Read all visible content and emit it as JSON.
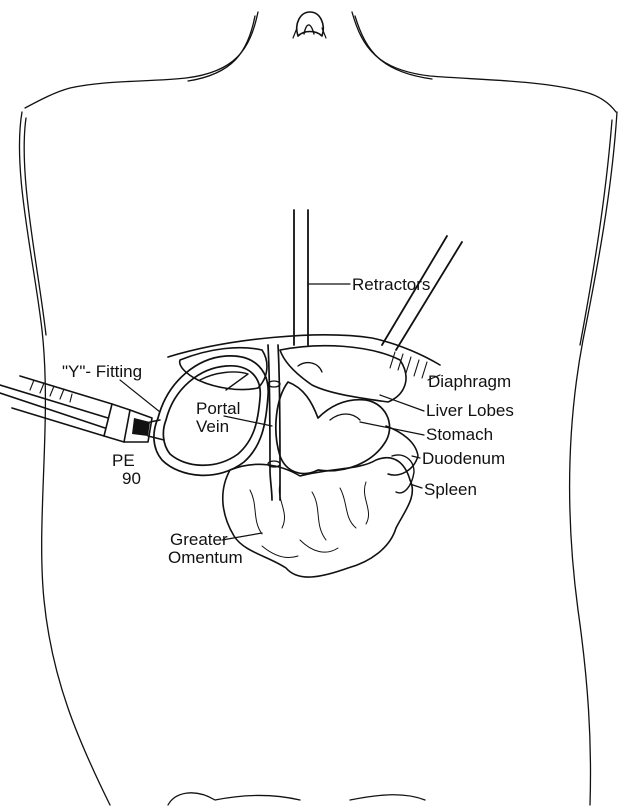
{
  "labels": {
    "retractors": "Retractors",
    "y_fitting": "\"Y\"- Fitting",
    "diaphragm": "Diaphragm",
    "liver_lobes": "Liver Lobes",
    "portal": "Portal",
    "vein": "Vein",
    "stomach": "Stomach",
    "duodenum": "Duodenum",
    "pe": "PE",
    "pe_size": "90",
    "spleen": "Spleen",
    "greater": "Greater",
    "omentum": "Omentum"
  }
}
